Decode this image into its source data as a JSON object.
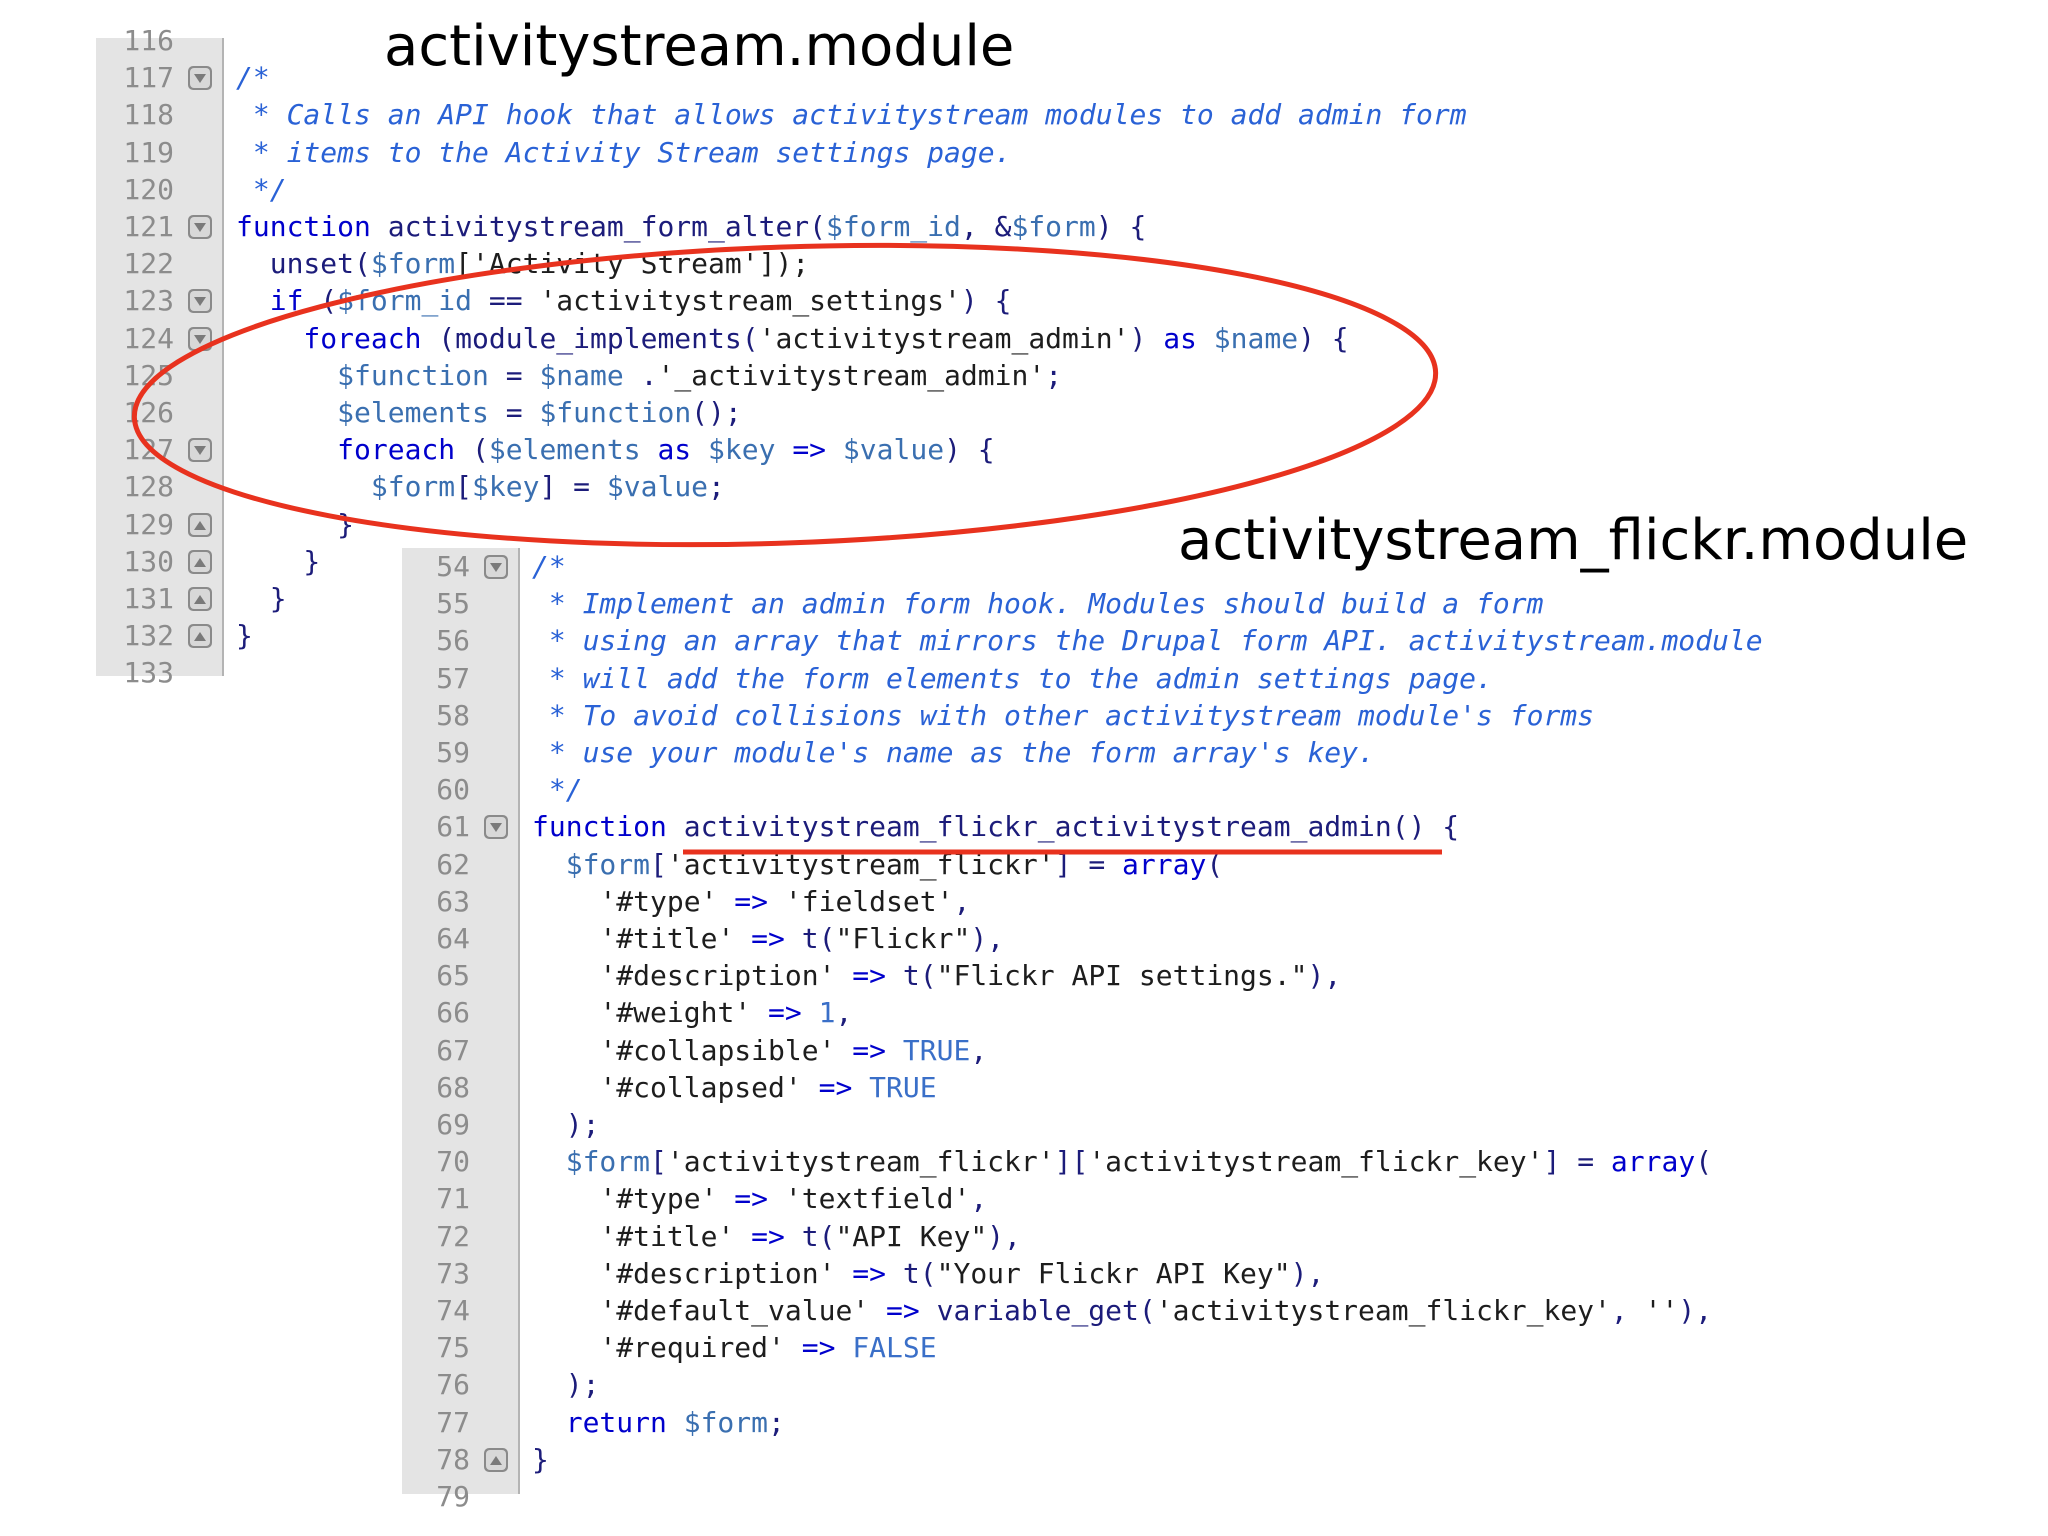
{
  "labels": {
    "module_top": "activitystream.module",
    "module_bottom": "activitystream_flickr.module"
  },
  "colors": {
    "annotation_red": "#e8321e",
    "keyword": "#0000cc",
    "comment": "#2a62d6",
    "gutter": "#e4e4e4"
  },
  "pane_top": {
    "lines": [
      {
        "num": "116",
        "fold": null,
        "tokens": []
      },
      {
        "num": "117",
        "fold": "down",
        "tokens": [
          {
            "t": "/*",
            "c": "cmt"
          }
        ]
      },
      {
        "num": "118",
        "fold": null,
        "tokens": [
          {
            "t": " * Calls an API hook that allows activitystream modules to add admin form",
            "c": "cmt"
          }
        ]
      },
      {
        "num": "119",
        "fold": null,
        "tokens": [
          {
            "t": " * items to the Activity Stream settings page.",
            "c": "cmt"
          }
        ]
      },
      {
        "num": "120",
        "fold": null,
        "tokens": [
          {
            "t": " */",
            "c": "cmt"
          }
        ]
      },
      {
        "num": "121",
        "fold": "down",
        "tokens": [
          {
            "t": "function ",
            "c": "kw"
          },
          {
            "t": "activitystream_form_alter(",
            "c": ""
          },
          {
            "t": "$form_id",
            "c": "var"
          },
          {
            "t": ", &",
            "c": ""
          },
          {
            "t": "$form",
            "c": "var"
          },
          {
            "t": ") {",
            "c": ""
          }
        ]
      },
      {
        "num": "122",
        "fold": null,
        "tokens": [
          {
            "t": "  unset(",
            "c": ""
          },
          {
            "t": "$form",
            "c": "var"
          },
          {
            "t": "['Activity Stream']);",
            "c": "str"
          }
        ]
      },
      {
        "num": "123",
        "fold": "down",
        "tokens": [
          {
            "t": "  if ",
            "c": "kw"
          },
          {
            "t": "(",
            "c": ""
          },
          {
            "t": "$form_id",
            "c": "var"
          },
          {
            "t": " == ",
            "c": ""
          },
          {
            "t": "'activitystream_settings'",
            "c": "str"
          },
          {
            "t": ") {",
            "c": ""
          }
        ]
      },
      {
        "num": "124",
        "fold": "down",
        "tokens": [
          {
            "t": "    foreach ",
            "c": "kw"
          },
          {
            "t": "(module_implements(",
            "c": ""
          },
          {
            "t": "'activitystream_admin'",
            "c": "str"
          },
          {
            "t": ") ",
            "c": ""
          },
          {
            "t": "as ",
            "c": "kw"
          },
          {
            "t": "$name",
            "c": "var"
          },
          {
            "t": ") {",
            "c": ""
          }
        ]
      },
      {
        "num": "125",
        "fold": null,
        "tokens": [
          {
            "t": "      ",
            "c": ""
          },
          {
            "t": "$function",
            "c": "var"
          },
          {
            "t": " = ",
            "c": ""
          },
          {
            "t": "$name",
            "c": "var"
          },
          {
            "t": " .",
            "c": ""
          },
          {
            "t": "'_activitystream_admin'",
            "c": "str"
          },
          {
            "t": ";",
            "c": ""
          }
        ]
      },
      {
        "num": "126",
        "fold": null,
        "tokens": [
          {
            "t": "      ",
            "c": ""
          },
          {
            "t": "$elements",
            "c": "var"
          },
          {
            "t": " = ",
            "c": ""
          },
          {
            "t": "$function",
            "c": "var"
          },
          {
            "t": "();",
            "c": ""
          }
        ]
      },
      {
        "num": "127",
        "fold": "down",
        "tokens": [
          {
            "t": "      foreach ",
            "c": "kw"
          },
          {
            "t": "(",
            "c": ""
          },
          {
            "t": "$elements",
            "c": "var"
          },
          {
            "t": " as ",
            "c": "kw"
          },
          {
            "t": "$key",
            "c": "var"
          },
          {
            "t": " => ",
            "c": "kw"
          },
          {
            "t": "$value",
            "c": "var"
          },
          {
            "t": ") {",
            "c": ""
          }
        ]
      },
      {
        "num": "128",
        "fold": null,
        "tokens": [
          {
            "t": "        ",
            "c": ""
          },
          {
            "t": "$form",
            "c": "var"
          },
          {
            "t": "[",
            "c": ""
          },
          {
            "t": "$key",
            "c": "var"
          },
          {
            "t": "] = ",
            "c": ""
          },
          {
            "t": "$value",
            "c": "var"
          },
          {
            "t": ";",
            "c": ""
          }
        ]
      },
      {
        "num": "129",
        "fold": "up",
        "tokens": [
          {
            "t": "      }",
            "c": ""
          }
        ]
      },
      {
        "num": "130",
        "fold": "up",
        "tokens": [
          {
            "t": "    }",
            "c": ""
          }
        ]
      },
      {
        "num": "131",
        "fold": "up",
        "tokens": [
          {
            "t": "  }",
            "c": ""
          }
        ]
      },
      {
        "num": "132",
        "fold": "up",
        "tokens": [
          {
            "t": "}",
            "c": ""
          }
        ]
      },
      {
        "num": "133",
        "fold": null,
        "tokens": []
      }
    ]
  },
  "pane_bottom": {
    "lines": [
      {
        "num": "54",
        "fold": "down",
        "tokens": [
          {
            "t": "/*",
            "c": "cmt"
          }
        ]
      },
      {
        "num": "55",
        "fold": null,
        "tokens": [
          {
            "t": " * Implement an admin form hook. Modules should build a form",
            "c": "cmt"
          }
        ]
      },
      {
        "num": "56",
        "fold": null,
        "tokens": [
          {
            "t": " * using an array that mirrors the Drupal form API. activitystream.module",
            "c": "cmt"
          }
        ]
      },
      {
        "num": "57",
        "fold": null,
        "tokens": [
          {
            "t": " * will add the form elements to the admin settings page.",
            "c": "cmt"
          }
        ]
      },
      {
        "num": "58",
        "fold": null,
        "tokens": [
          {
            "t": " * To avoid collisions with other activitystream module's forms",
            "c": "cmt"
          }
        ]
      },
      {
        "num": "59",
        "fold": null,
        "tokens": [
          {
            "t": " * use your module's name as the form array's key.",
            "c": "cmt"
          }
        ]
      },
      {
        "num": "60",
        "fold": null,
        "tokens": [
          {
            "t": " */",
            "c": "cmt"
          }
        ]
      },
      {
        "num": "61",
        "fold": "down",
        "tokens": [
          {
            "t": "function ",
            "c": "kw"
          },
          {
            "t": "activitystream_flickr_activitystream_admin() {",
            "c": ""
          }
        ]
      },
      {
        "num": "62",
        "fold": null,
        "tokens": [
          {
            "t": "  ",
            "c": ""
          },
          {
            "t": "$form",
            "c": "var"
          },
          {
            "t": "[",
            "c": ""
          },
          {
            "t": "'activitystream_flickr'",
            "c": "str"
          },
          {
            "t": "] = ",
            "c": ""
          },
          {
            "t": "array",
            "c": "kw"
          },
          {
            "t": "(",
            "c": ""
          }
        ]
      },
      {
        "num": "63",
        "fold": null,
        "tokens": [
          {
            "t": "    ",
            "c": ""
          },
          {
            "t": "'#type'",
            "c": "str"
          },
          {
            "t": " => ",
            "c": "kw"
          },
          {
            "t": "'fieldset'",
            "c": "str"
          },
          {
            "t": ",",
            "c": ""
          }
        ]
      },
      {
        "num": "64",
        "fold": null,
        "tokens": [
          {
            "t": "    ",
            "c": ""
          },
          {
            "t": "'#title'",
            "c": "str"
          },
          {
            "t": " => ",
            "c": "kw"
          },
          {
            "t": "t(",
            "c": ""
          },
          {
            "t": "\"Flickr\"",
            "c": "str"
          },
          {
            "t": "),",
            "c": ""
          }
        ]
      },
      {
        "num": "65",
        "fold": null,
        "tokens": [
          {
            "t": "    ",
            "c": ""
          },
          {
            "t": "'#description'",
            "c": "str"
          },
          {
            "t": " => ",
            "c": "kw"
          },
          {
            "t": "t(",
            "c": ""
          },
          {
            "t": "\"Flickr API settings.\"",
            "c": "str"
          },
          {
            "t": "),",
            "c": ""
          }
        ]
      },
      {
        "num": "66",
        "fold": null,
        "tokens": [
          {
            "t": "    ",
            "c": ""
          },
          {
            "t": "'#weight'",
            "c": "str"
          },
          {
            "t": " => ",
            "c": "kw"
          },
          {
            "t": "1",
            "c": "kc"
          },
          {
            "t": ",",
            "c": ""
          }
        ]
      },
      {
        "num": "67",
        "fold": null,
        "tokens": [
          {
            "t": "    ",
            "c": ""
          },
          {
            "t": "'#collapsible'",
            "c": "str"
          },
          {
            "t": " => ",
            "c": "kw"
          },
          {
            "t": "TRUE",
            "c": "kc"
          },
          {
            "t": ",",
            "c": ""
          }
        ]
      },
      {
        "num": "68",
        "fold": null,
        "tokens": [
          {
            "t": "    ",
            "c": ""
          },
          {
            "t": "'#collapsed'",
            "c": "str"
          },
          {
            "t": " => ",
            "c": "kw"
          },
          {
            "t": "TRUE",
            "c": "kc"
          }
        ]
      },
      {
        "num": "69",
        "fold": null,
        "tokens": [
          {
            "t": "  );",
            "c": ""
          }
        ]
      },
      {
        "num": "70",
        "fold": null,
        "tokens": [
          {
            "t": "  ",
            "c": ""
          },
          {
            "t": "$form",
            "c": "var"
          },
          {
            "t": "[",
            "c": ""
          },
          {
            "t": "'activitystream_flickr'",
            "c": "str"
          },
          {
            "t": "][",
            "c": ""
          },
          {
            "t": "'activitystream_flickr_key'",
            "c": "str"
          },
          {
            "t": "] = ",
            "c": ""
          },
          {
            "t": "array",
            "c": "kw"
          },
          {
            "t": "(",
            "c": ""
          }
        ]
      },
      {
        "num": "71",
        "fold": null,
        "tokens": [
          {
            "t": "    ",
            "c": ""
          },
          {
            "t": "'#type'",
            "c": "str"
          },
          {
            "t": " => ",
            "c": "kw"
          },
          {
            "t": "'textfield'",
            "c": "str"
          },
          {
            "t": ",",
            "c": ""
          }
        ]
      },
      {
        "num": "72",
        "fold": null,
        "tokens": [
          {
            "t": "    ",
            "c": ""
          },
          {
            "t": "'#title'",
            "c": "str"
          },
          {
            "t": " => ",
            "c": "kw"
          },
          {
            "t": "t(",
            "c": ""
          },
          {
            "t": "\"API Key\"",
            "c": "str"
          },
          {
            "t": "),",
            "c": ""
          }
        ]
      },
      {
        "num": "73",
        "fold": null,
        "tokens": [
          {
            "t": "    ",
            "c": ""
          },
          {
            "t": "'#description'",
            "c": "str"
          },
          {
            "t": " => ",
            "c": "kw"
          },
          {
            "t": "t(",
            "c": ""
          },
          {
            "t": "\"Your Flickr API Key\"",
            "c": "str"
          },
          {
            "t": "),",
            "c": ""
          }
        ]
      },
      {
        "num": "74",
        "fold": null,
        "tokens": [
          {
            "t": "    ",
            "c": ""
          },
          {
            "t": "'#default_value'",
            "c": "str"
          },
          {
            "t": " => ",
            "c": "kw"
          },
          {
            "t": "variable_get(",
            "c": ""
          },
          {
            "t": "'activitystream_flickr_key'",
            "c": "str"
          },
          {
            "t": ", ",
            "c": ""
          },
          {
            "t": "''",
            "c": "str"
          },
          {
            "t": "),",
            "c": ""
          }
        ]
      },
      {
        "num": "75",
        "fold": null,
        "tokens": [
          {
            "t": "    ",
            "c": ""
          },
          {
            "t": "'#required'",
            "c": "str"
          },
          {
            "t": " => ",
            "c": "kw"
          },
          {
            "t": "FALSE",
            "c": "kc"
          }
        ]
      },
      {
        "num": "76",
        "fold": null,
        "tokens": [
          {
            "t": "  );",
            "c": ""
          }
        ]
      },
      {
        "num": "77",
        "fold": null,
        "tokens": [
          {
            "t": "  return ",
            "c": "kw"
          },
          {
            "t": "$form",
            "c": "var"
          },
          {
            "t": ";",
            "c": ""
          }
        ]
      },
      {
        "num": "78",
        "fold": "up",
        "tokens": [
          {
            "t": "}",
            "c": ""
          }
        ]
      },
      {
        "num": "79",
        "fold": null,
        "tokens": []
      }
    ]
  }
}
